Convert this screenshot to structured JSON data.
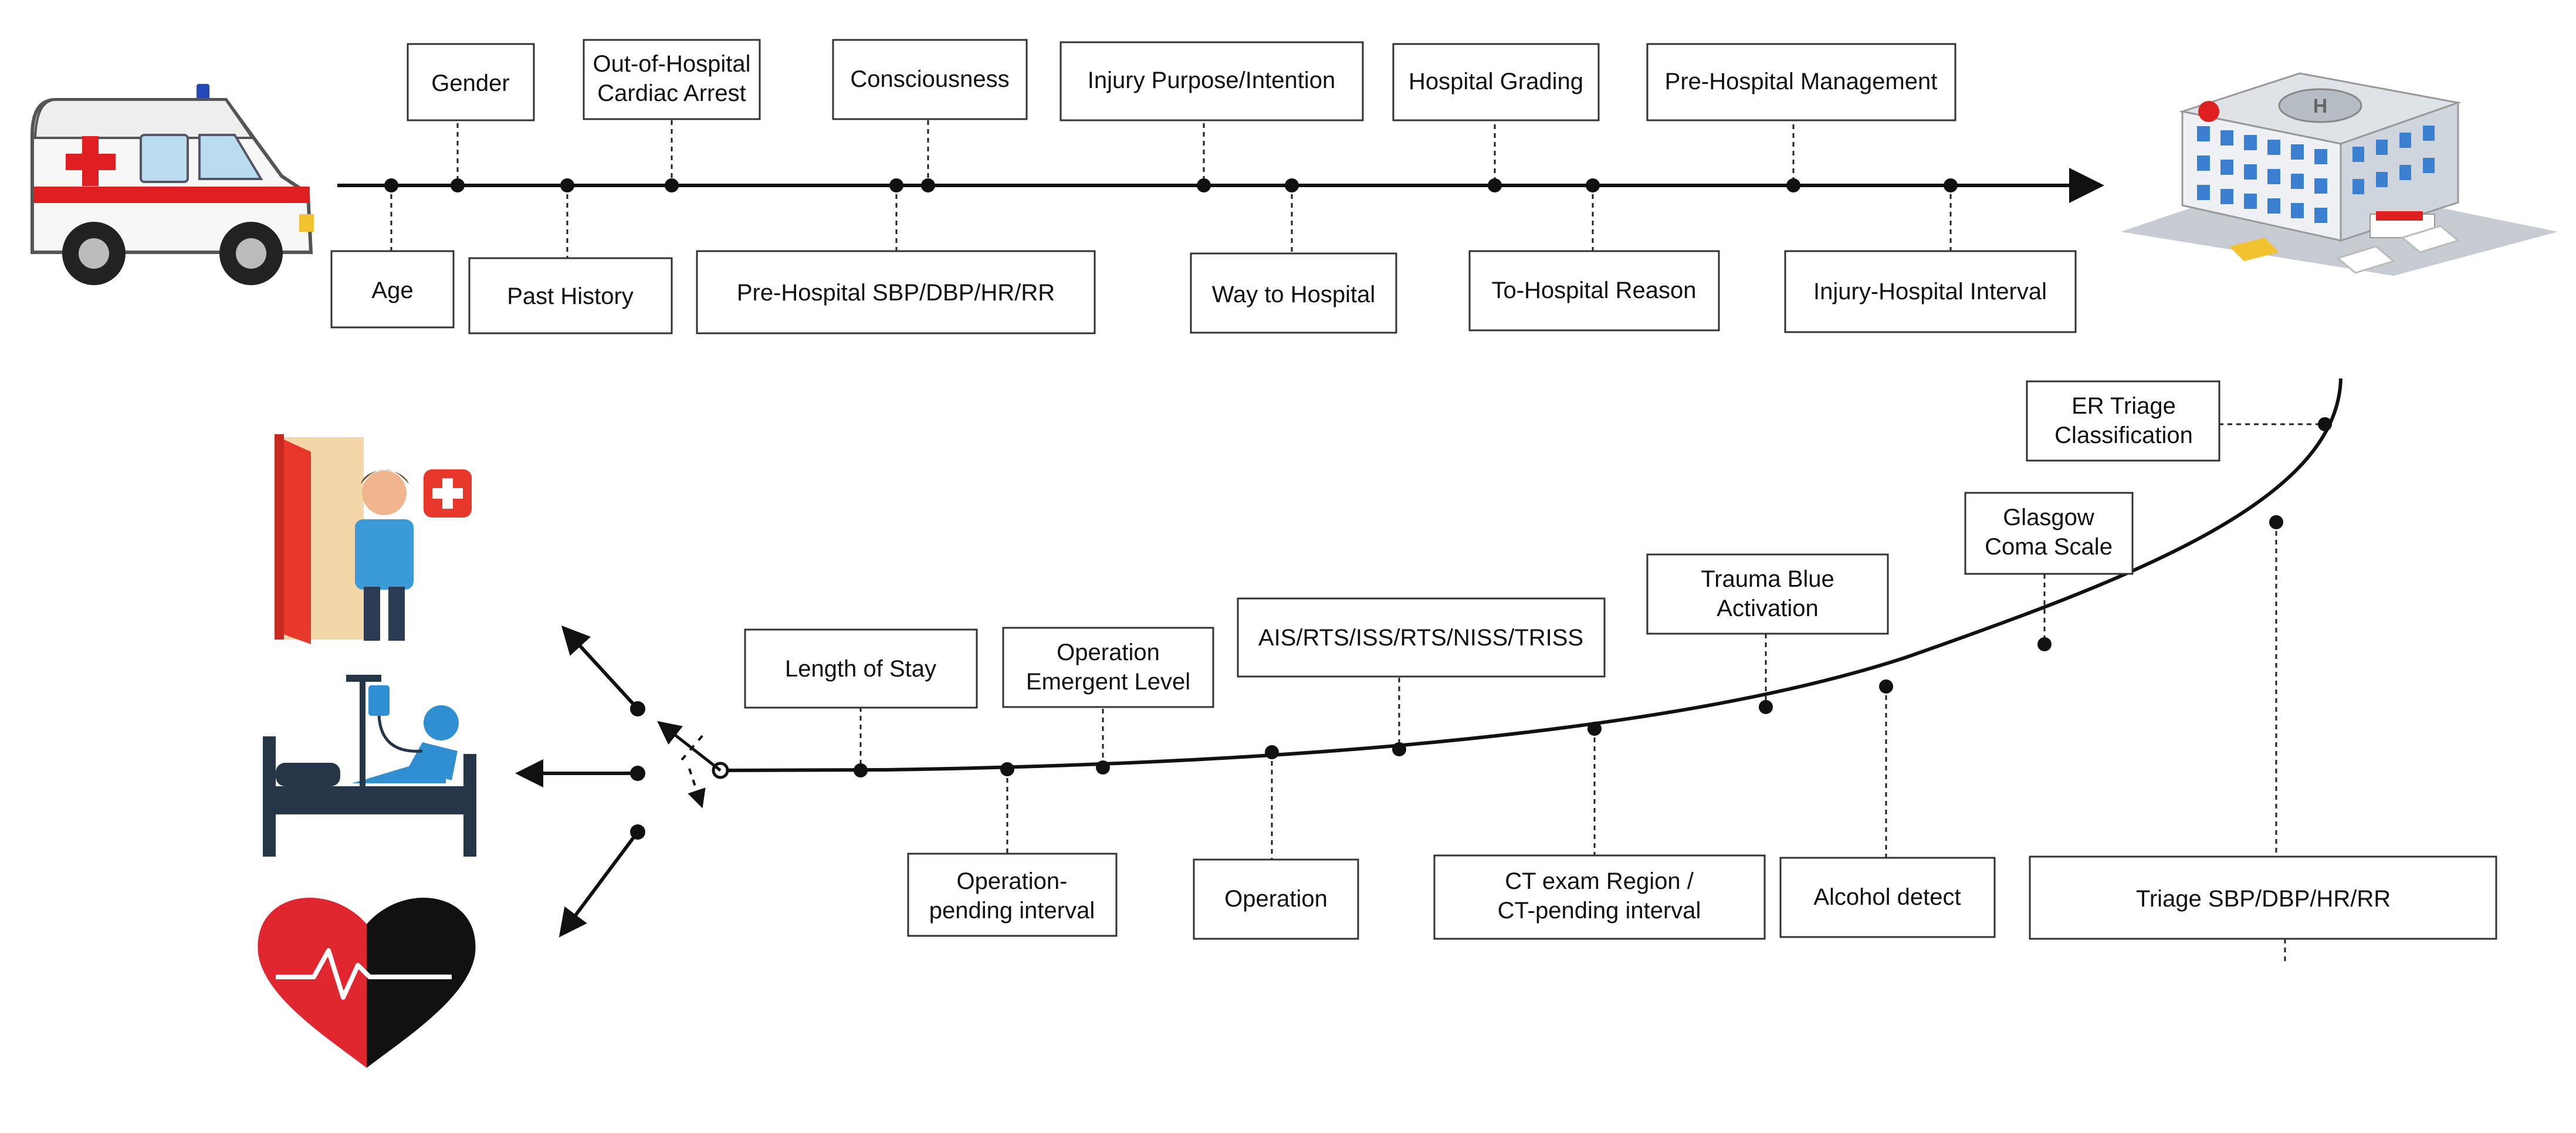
{
  "prehospital": {
    "top_labels": [
      [
        "Gender"
      ],
      [
        "Out-of-Hospital",
        "Cardiac Arrest"
      ],
      [
        "Consciousness"
      ],
      [
        "Injury Purpose/Intention"
      ],
      [
        "Hospital Grading"
      ],
      [
        "Pre-Hospital Management"
      ]
    ],
    "bottom_labels": [
      [
        "Age"
      ],
      [
        "Past History"
      ],
      [
        "Pre-Hospital SBP/DBP/HR/RR"
      ],
      [
        "Way to Hospital"
      ],
      [
        "To-Hospital Reason"
      ],
      [
        "Injury-Hospital Interval"
      ]
    ]
  },
  "inhospital": {
    "top_labels": [
      [
        "ER Triage",
        "Classification"
      ],
      [
        "Glasgow",
        "Coma Scale"
      ],
      [
        "Trauma Blue",
        "Activation"
      ],
      [
        "AIS/RTS/ISS/RTS/NISS/TRISS"
      ],
      [
        "Operation",
        "Emergent Level"
      ],
      [
        "Length of Stay"
      ]
    ],
    "bottom_labels": [
      [
        "Triage SBP/DBP/HR/RR"
      ],
      [
        "Alcohol detect"
      ],
      [
        "CT exam Region /",
        "CT-pending interval"
      ],
      [
        "Operation"
      ],
      [
        "Operation-",
        "pending interval"
      ]
    ]
  },
  "icons": {
    "start": "ambulance-icon",
    "end": "hospital-icon",
    "outcomes": [
      "discharge-door-icon",
      "hospital-bed-icon",
      "heart-monitor-icon"
    ]
  },
  "colors": {
    "ambulance_red": "#e02020",
    "door_red": "#e8382c",
    "bed_navy": "#263548",
    "bed_blue": "#2f8fd0",
    "heart_red": "#e0262e",
    "heart_black": "#111111"
  }
}
